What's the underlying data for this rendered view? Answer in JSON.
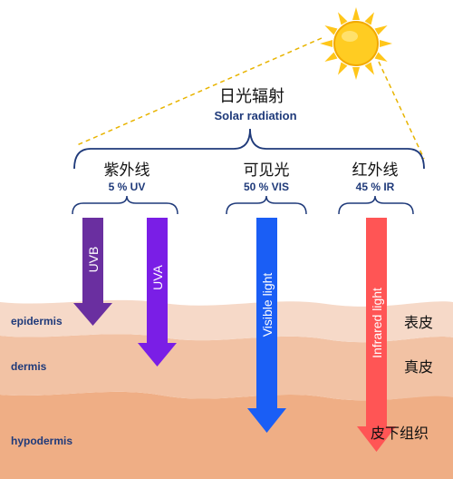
{
  "title": {
    "zh": "日光辐射",
    "en": "Solar radiation"
  },
  "groups": [
    {
      "zh": "紫外线",
      "en": "5 % UV"
    },
    {
      "zh": "可见光",
      "en": "50 % VIS"
    },
    {
      "zh": "红外线",
      "en": "45 % IR"
    }
  ],
  "arrows": [
    {
      "label": "UVB",
      "color": "#6a2fa0"
    },
    {
      "label": "UVA",
      "color": "#7a1ee6"
    },
    {
      "label": "Visible light",
      "color": "#1a5ef5"
    },
    {
      "label": "Infrared light",
      "color": "#ff5555"
    }
  ],
  "layers": {
    "left": [
      "epidermis",
      "dermis",
      "hypodermis"
    ],
    "right": [
      "表皮",
      "真皮",
      "皮下组织"
    ]
  },
  "colors": {
    "epidermis": "#f6d9c8",
    "dermis": "#f2c2a4",
    "hypodermis": "#efae85",
    "sun": "#ffc61a",
    "dash": "#e8b400",
    "bracket": "#1f3a7a"
  },
  "icons": [
    "sun-icon"
  ]
}
